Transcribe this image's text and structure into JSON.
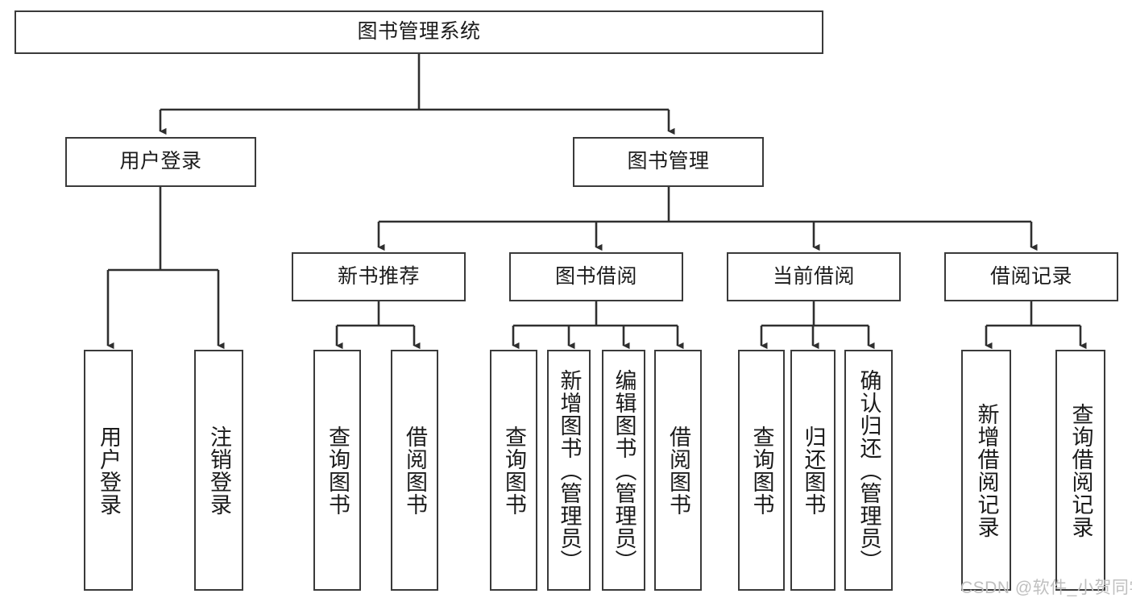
{
  "diagram": {
    "title": "图书管理系统",
    "watermark": "CSDN @软件_小贺同学",
    "colors": {
      "box_border": "#3a3a3a",
      "box_fill": "#ffffff",
      "connector": "#2f2f2f",
      "text": "#1b1b1b",
      "watermark": "#bfbfbf",
      "background": "#ffffff"
    },
    "root": {
      "label": "图书管理系统"
    },
    "level2": [
      {
        "label": "用户登录"
      },
      {
        "label": "图书管理"
      }
    ],
    "level3": [
      {
        "label": "新书推荐"
      },
      {
        "label": "图书借阅"
      },
      {
        "label": "当前借阅"
      },
      {
        "label": "借阅记录"
      }
    ],
    "leaves": {
      "user_login": [
        {
          "label": "用户登录"
        },
        {
          "label": "注销登录"
        }
      ],
      "new_book_recommend": [
        {
          "label": "查询图书"
        },
        {
          "label": "借阅图书"
        }
      ],
      "book_borrow": [
        {
          "label": "查询图书"
        },
        {
          "label": "新增图书（管理员）"
        },
        {
          "label": "编辑图书（管理员）"
        },
        {
          "label": "借阅图书"
        }
      ],
      "current_borrow": [
        {
          "label": "查询图书"
        },
        {
          "label": "归还图书"
        },
        {
          "label": "确认归还（管理员）"
        }
      ],
      "borrow_record": [
        {
          "label": "新增借阅记录"
        },
        {
          "label": "查询借阅记录"
        }
      ]
    }
  }
}
